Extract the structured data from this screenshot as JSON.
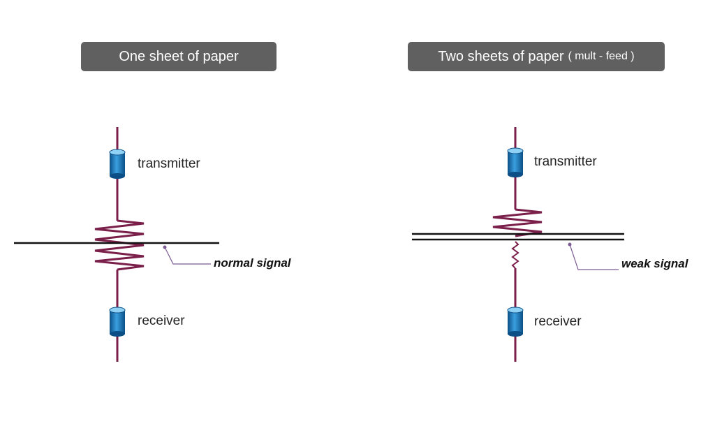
{
  "left_panel": {
    "title": "One sheet of paper",
    "transmitter_label": "transmitter",
    "receiver_label": "receiver",
    "signal_label": "normal signal"
  },
  "right_panel": {
    "title": "Two sheets of paper",
    "title_suffix": "( mult - feed )",
    "transmitter_label": "transmitter",
    "receiver_label": "receiver",
    "signal_label": "weak signal"
  },
  "colors": {
    "wire": "#7a1f4a",
    "paper": "#111111",
    "leader": "#7a5a90",
    "sensor_blue": "#1a6fb0",
    "title_bg": "#606060"
  }
}
